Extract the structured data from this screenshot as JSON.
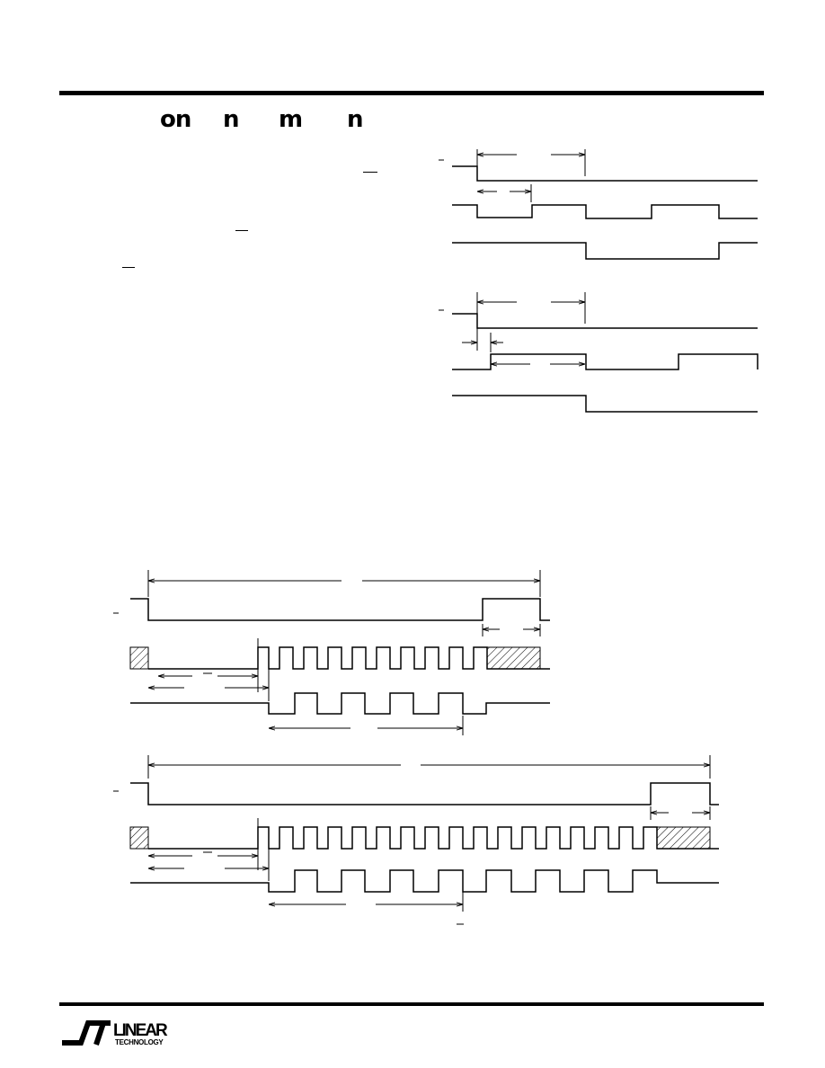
{
  "heading": {
    "fragments": [
      "on",
      "n",
      "m",
      "n"
    ]
  },
  "logo": {
    "brand": "LINEAR",
    "tagline": "TECHNOLOGY"
  },
  "colors": {
    "ink": "#000000",
    "paper": "#ffffff"
  }
}
